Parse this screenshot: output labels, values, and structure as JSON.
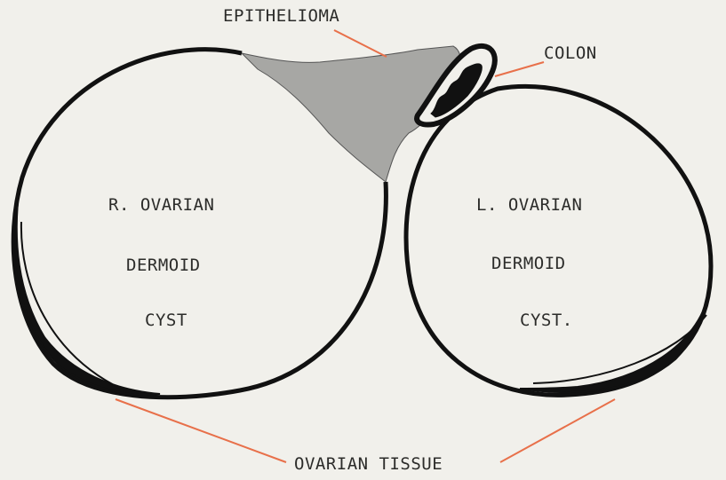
{
  "labels": {
    "epithelioma": "EPITHELIOMA",
    "colon": "COLON",
    "right_cyst_line1": "R. OVARIAN",
    "right_cyst_line2": "DERMOID",
    "right_cyst_line3": "CYST",
    "left_cyst_line1": "L. OVARIAN",
    "left_cyst_line2": "DERMOID",
    "left_cyst_line3": "CYST.",
    "ovarian_tissue": "OVARIAN TISSUE"
  },
  "colors": {
    "paper": "#f1f0eb",
    "outline": "#111111",
    "leader_lines": "#e8704a",
    "epithelioma_fill": "#9a9a98",
    "text": "#2c2c2a"
  }
}
